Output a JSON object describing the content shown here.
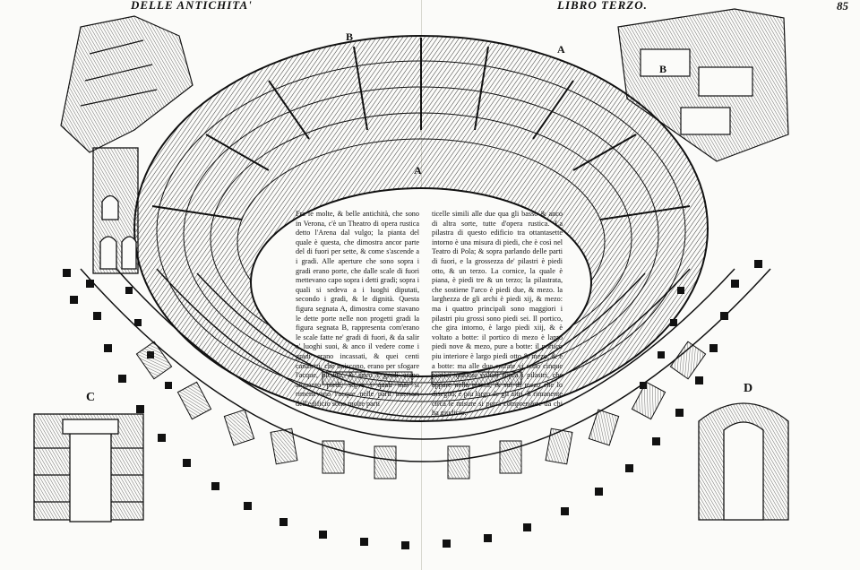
{
  "running_heads": {
    "left": "DELLE ANTICHITA'",
    "right": "LIBRO TERZO.",
    "page_number": "85"
  },
  "labels": {
    "b_top": "B",
    "a_top": "A",
    "a_center": "A",
    "b_right": "B",
    "c": "C",
    "d": "D"
  },
  "body_text": {
    "left_column": "Fra le molte, & belle antichità, che sono in Verona, c'è un Theatro di opera rustica detto l'Arena dal vulgo; la pianta del quale è questa, che dimostra ancor parte del di fuori per sette, & come s'ascende a i gradi. Alle aperture che sono sopra i gradi erano porte, che dalle scale di fuori mettevano capo sopra i detti gradi; sopra i quali si sedeva a i luoghi diputati, secondo i gradi, & le dignità. Questa figura segnata A, dimostra come stavano le dette porte nelle non progetti gradi la figura segnata B, rappresenta com'erano le scale fatte ne' gradi di fuori, & da salir a' luoghi suoi, & anco il vedere come i gradi erano incassati, & quei centi canaletti, che uniscono, erano per sfogare l'acque, alcuno, & anco i gradi erano alquanto piedi, sopra i quali mai si rimettevano l'acque nelle parti interiori dell'edificio sono molte parti",
    "right_column": "ticelle simili alle due qua gli basso & anco di altra sorte, tutte d'opera rustica. La pilastra di questo edificio tra ottantasette intorno è una misura di piedi, che è così nel Teatro di Pola; & sopra parlando delle parti di fuori, e la grossezza de' pilastri è piedi otto, & un terzo. La cornice, la quale è piana, è piedi tre & un terzo; la pilastrata, che sostiene l'arco è piedi due, & mezo. la larghezza de gli archi è piedi xij, & mezo: ma i quattro principali sono maggiori i pilastri piu grossi sono piedi sei. Il portico, che gira intorno, è largo piedi xiij, & è voltato a botte: il portico di mezo è largo piedi nove & mezo, pure a botte: il portico piu interiore è largo piedi otto & mezo, & è a botte: ma alle due entrate vi sono cinque portici spatiosi voltati sopra i pilastri, che appare nella pianta, & sul di mezo che lo disegno, è piu largo de gli altri. Il rimanente circa le misure si potrà comprendere da chi ha giudicio."
  }
}
